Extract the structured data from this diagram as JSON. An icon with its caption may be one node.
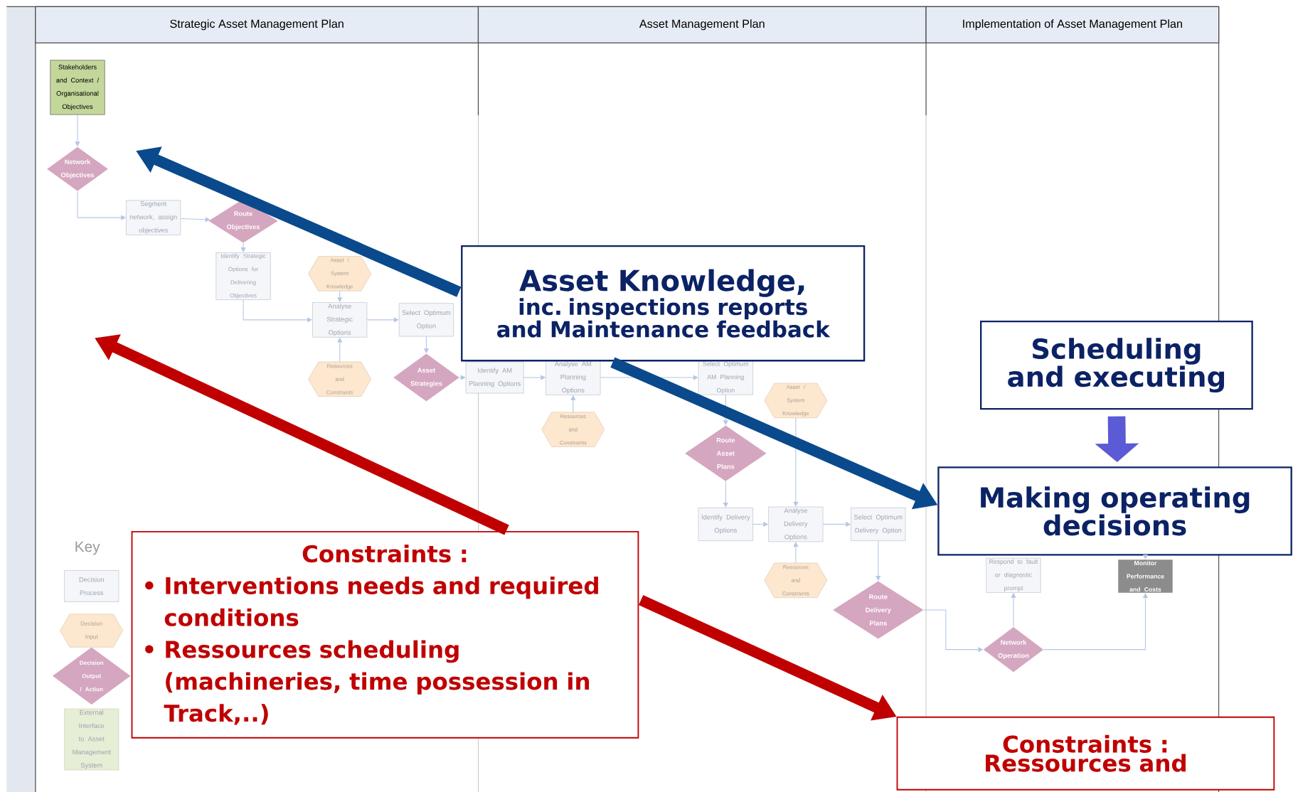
{
  "diagram": {
    "nodes": [
      {
        "text": [
          "Strategic Asset Management Plan"
        ]
      },
      {
        "text": [
          "Asset Management Plan"
        ]
      },
      {
        "text": [
          "Implementation of Asset Management Plan"
        ]
      },
      {
        "text": [
          "Stakeholders and Context / Organisational Objectives"
        ]
      },
      {
        "text": [
          "Network Objectives"
        ]
      },
      {
        "text": [
          "Segment network, assign objectives"
        ]
      },
      {
        "text": [
          "Route Objectives"
        ]
      },
      {
        "text": [
          "Asset / System Knowledge"
        ]
      },
      {
        "text": [
          "Identify Strategic Options for Delivering Objectives"
        ]
      },
      {
        "text": [
          "Analyse Strategic Options"
        ]
      },
      {
        "text": [
          "Select Optimum Option"
        ]
      },
      {
        "text": [
          "Resources and Constraints"
        ]
      },
      {
        "text": [
          "Asset Strategies"
        ]
      },
      {
        "text": [
          "Identify AM Planning Options"
        ]
      },
      {
        "text": [
          "Analyse AM Planning Options"
        ]
      },
      {
        "text": [
          "Select Optimum AM Planning Option"
        ]
      },
      {
        "text": [
          "Resources and Constraints"
        ]
      },
      {
        "text": [
          "Route Asset Plans"
        ]
      },
      {
        "text": [
          "Asset / System Knowledge"
        ]
      },
      {
        "text": [
          "Identify Delivery Options"
        ]
      },
      {
        "text": [
          "Analyse Delivery Options"
        ]
      },
      {
        "text": [
          "Select Optimum Delivery Option"
        ]
      },
      {
        "text": [
          "Resources and Constraints"
        ]
      },
      {
        "text": [
          "Route Delivery Plans"
        ]
      },
      {
        "text": [
          "Respond to fault or diagnostic prompt"
        ]
      },
      {
        "text": [
          "Monitor Performance and Costs"
        ]
      },
      {
        "text": [
          "Network Operation"
        ]
      },
      {
        "text": [
          "Decision Process"
        ]
      },
      {
        "text": [
          "Decision Input"
        ]
      },
      {
        "text": [
          "Decision Output / Action"
        ]
      },
      {
        "text": [
          "External Interface to Asset Management System"
        ]
      },
      {
        "text": [
          "Asset Knowledge,",
          "inc. inspections reports and Maintenance feedback"
        ]
      },
      {
        "text": [
          "Scheduling and executing"
        ]
      },
      {
        "text": [
          "Making operating decisions"
        ]
      },
      {
        "text": [
          "Constraints :",
          "Interventions needs and required conditions",
          "Ressources scheduling (machineries, time possession in Track,..)"
        ]
      },
      {
        "text": [
          "Constraints :",
          "Ressources and"
        ]
      }
    ],
    "edges": [
      {
        "from": 3,
        "to": 4,
        "arrow": "to"
      },
      {
        "from": 4,
        "to": 5,
        "arrow": "to"
      },
      {
        "from": 5,
        "to": 6,
        "arrow": "to"
      },
      {
        "from": 6,
        "to": 8,
        "arrow": "to"
      },
      {
        "from": 8,
        "to": 9,
        "arrow": "to"
      },
      {
        "from": 7,
        "to": 9,
        "arrow": "to"
      },
      {
        "from": 11,
        "to": 9,
        "arrow": "to"
      },
      {
        "from": 9,
        "to": 10,
        "arrow": "to"
      },
      {
        "from": 10,
        "to": 12,
        "arrow": "to"
      },
      {
        "from": 12,
        "to": 13,
        "arrow": "to"
      },
      {
        "from": 13,
        "to": 14,
        "arrow": "to"
      },
      {
        "from": 16,
        "to": 14,
        "arrow": "to"
      },
      {
        "from": 14,
        "to": 15,
        "arrow": "to"
      },
      {
        "from": 15,
        "to": 17,
        "arrow": "to"
      },
      {
        "from": 17,
        "to": 19,
        "arrow": "to"
      },
      {
        "from": 19,
        "to": 20,
        "arrow": "to"
      },
      {
        "from": 18,
        "to": 20,
        "arrow": "to"
      },
      {
        "from": 22,
        "to": 20,
        "arrow": "to"
      },
      {
        "from": 20,
        "to": 21,
        "arrow": "to"
      },
      {
        "from": 21,
        "to": 23,
        "arrow": "to"
      },
      {
        "from": 23,
        "to": 26,
        "arrow": "to"
      },
      {
        "from": 26,
        "to": 24,
        "arrow": "to"
      },
      {
        "from": 26,
        "to": 25,
        "arrow": "to"
      },
      {
        "from": null,
        "to": 25,
        "arrow": "to"
      },
      {
        "from": 31,
        "to": null,
        "arrow": "to",
        "style": "thick",
        "color": "#0a4a8c"
      },
      {
        "from": 31,
        "to": 33,
        "arrow": "to",
        "style": "thick",
        "color": "#0a4a8c"
      },
      {
        "from": 34,
        "to": null,
        "arrow": "to",
        "style": "thick",
        "color": "#c00000"
      },
      {
        "from": 34,
        "to": 35,
        "arrow": "to",
        "style": "thick",
        "color": "#c00000"
      },
      {
        "from": 32,
        "to": 33,
        "arrow": "to",
        "style": "thick",
        "color": "#5b5bd6"
      }
    ],
    "labels": [
      "Key",
      "•",
      "•"
    ]
  }
}
